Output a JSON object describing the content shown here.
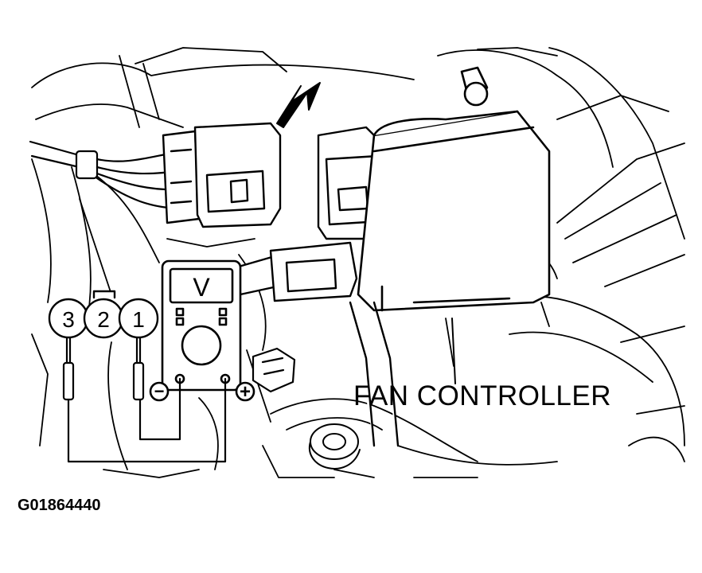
{
  "labels": {
    "fan_controller": "FAN CONTROLLER",
    "figure_code": "G01864440"
  },
  "meter": {
    "display": "V",
    "negative_symbol": "−",
    "positive_symbol": "+"
  },
  "connector_pins": [
    "3",
    "2",
    "1"
  ],
  "colors": {
    "line": "#000000",
    "background": "#ffffff"
  }
}
